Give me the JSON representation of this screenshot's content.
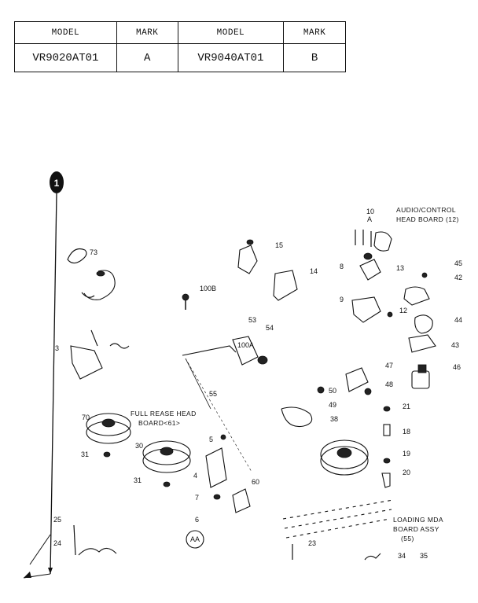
{
  "model_table": {
    "headers": [
      "MODEL",
      "MARK",
      "MODEL",
      "MARK"
    ],
    "row": [
      "VR9020AT01",
      "A",
      "VR9040AT01",
      "B"
    ]
  },
  "diagram": {
    "group_mark": "1",
    "callouts": {
      "c73": "73",
      "c15": "15",
      "c14": "14",
      "c10": "10",
      "c10a": "A",
      "c8": "8",
      "c13": "13",
      "c45": "45",
      "c42": "42",
      "c9": "9",
      "c12": "12",
      "c44": "44",
      "c43": "43",
      "c100b": "100B",
      "c53": "53",
      "c54": "54",
      "c3": "3",
      "c100a": "100A",
      "c47": "47",
      "c46": "46",
      "c48": "48",
      "c50": "50",
      "c49": "49",
      "c38": "38",
      "c55": "55",
      "c21": "21",
      "c70": "70",
      "c5": "5",
      "c18": "18",
      "c30": "30",
      "c31a": "31",
      "c4": "4",
      "c31b": "31",
      "c19": "19",
      "c20": "20",
      "c60": "60",
      "c7": "7",
      "c6": "6",
      "c25": "25",
      "c24": "24",
      "c23": "23",
      "c34": "34",
      "c35": "35",
      "cAA": "AA"
    },
    "labels": {
      "audio_control_head_board_1": "AUDIO/CONTROL",
      "audio_control_head_board_2": "HEAD BOARD (12)",
      "full_erase_head_board_1": "FULL REASE HEAD",
      "full_erase_head_board_2": "BOARD<61>",
      "loading_mda_board_1": "LOADING MDA",
      "loading_mda_board_2": "BOARD ASSY",
      "loading_mda_board_3": "(55)"
    }
  }
}
